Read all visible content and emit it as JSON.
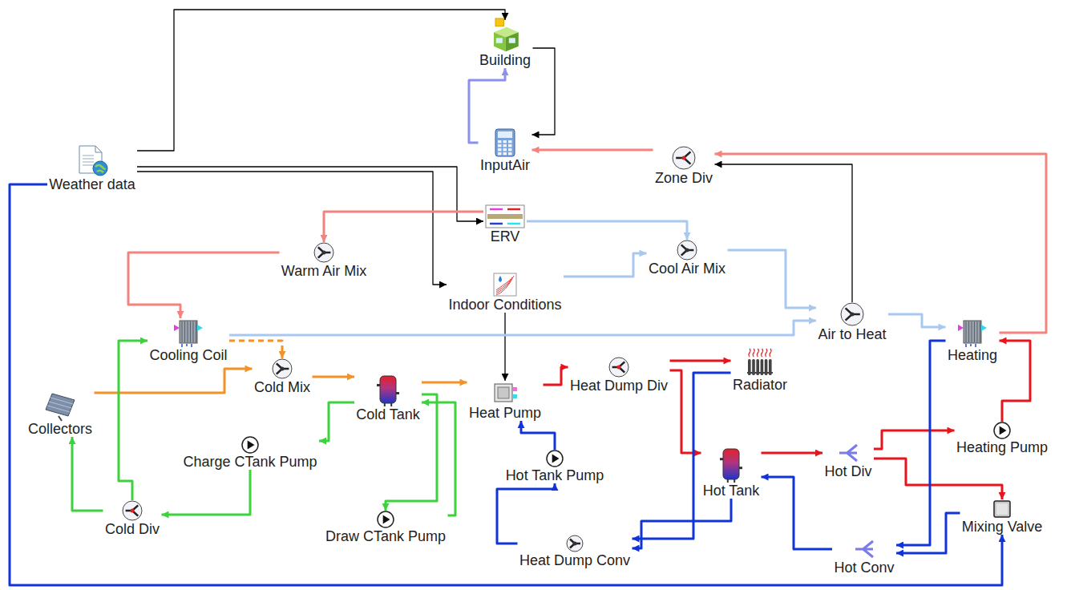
{
  "diagram": {
    "nodes": [
      {
        "text": [
          "Building"
        ]
      },
      {
        "text": [
          "Weather data"
        ]
      },
      {
        "text": [
          "InputAir"
        ]
      },
      {
        "text": [
          "Zone Div"
        ]
      },
      {
        "text": [
          "ERV"
        ]
      },
      {
        "text": [
          "Warm Air Mix"
        ]
      },
      {
        "text": [
          "Cool Air Mix"
        ]
      },
      {
        "text": [
          "Indoor Conditions"
        ]
      },
      {
        "text": [
          "Air to Heat"
        ]
      },
      {
        "text": [
          "Cooling Coil"
        ]
      },
      {
        "text": [
          "Heating"
        ]
      },
      {
        "text": [
          "Cold Mix"
        ]
      },
      {
        "text": [
          "Heat Dump Div"
        ]
      },
      {
        "text": [
          "Radiator"
        ]
      },
      {
        "text": [
          "Cold Tank"
        ]
      },
      {
        "text": [
          "Heat Pump"
        ]
      },
      {
        "text": [
          "Collectors"
        ]
      },
      {
        "text": [
          "Charge CTank Pump"
        ]
      },
      {
        "text": [
          "Heating Pump"
        ]
      },
      {
        "text": [
          "Hot Tank Pump"
        ]
      },
      {
        "text": [
          "Hot Tank"
        ]
      },
      {
        "text": [
          "Hot Div"
        ]
      },
      {
        "text": [
          "Cold Div"
        ]
      },
      {
        "text": [
          "Mixing Valve"
        ]
      },
      {
        "text": [
          "Draw CTank Pump"
        ]
      },
      {
        "text": [
          "Heat Dump Conv"
        ]
      },
      {
        "text": [
          "Hot Conv"
        ]
      }
    ],
    "edges": [
      {
        "from": 1,
        "to": 0,
        "arrow": "to"
      },
      {
        "from": 1,
        "to": 4,
        "arrow": "to"
      },
      {
        "from": 1,
        "to": 7,
        "arrow": "to"
      },
      {
        "from": 0,
        "to": 2,
        "arrow": "to"
      },
      {
        "from": 7,
        "to": 15,
        "arrow": "to"
      },
      {
        "from": 8,
        "to": 3,
        "arrow": "to"
      },
      {
        "from": 2,
        "to": 0,
        "arrow": "to"
      },
      {
        "from": 10,
        "to": 3,
        "arrow": "to"
      },
      {
        "from": 3,
        "to": 2,
        "arrow": "to"
      },
      {
        "from": 4,
        "to": 5,
        "arrow": "to"
      },
      {
        "from": 5,
        "to": 9,
        "arrow": "to"
      },
      {
        "from": 4,
        "to": 6,
        "arrow": "to"
      },
      {
        "from": 7,
        "to": 6,
        "arrow": "to"
      },
      {
        "from": 6,
        "to": 8,
        "arrow": "to"
      },
      {
        "from": 9,
        "to": 8,
        "arrow": "to"
      },
      {
        "from": 8,
        "to": 10,
        "arrow": "to"
      },
      {
        "from": 16,
        "to": 11,
        "arrow": "to"
      },
      {
        "from": 9,
        "to": 11,
        "arrow": "to"
      },
      {
        "from": 11,
        "to": 14,
        "arrow": "to"
      },
      {
        "from": 14,
        "to": 15,
        "arrow": "to"
      },
      {
        "from": 22,
        "to": 16,
        "arrow": "to"
      },
      {
        "from": 22,
        "to": 9,
        "arrow": "to"
      },
      {
        "from": 17,
        "to": 22,
        "arrow": "to"
      },
      {
        "from": 14,
        "to": 17,
        "arrow": "to"
      },
      {
        "from": 24,
        "to": 14,
        "arrow": "to"
      },
      {
        "from": 14,
        "to": 24,
        "arrow": "to"
      },
      {
        "from": 15,
        "to": 12,
        "arrow": "to"
      },
      {
        "from": 12,
        "to": 13,
        "arrow": "to"
      },
      {
        "from": 12,
        "to": 20,
        "arrow": "to"
      },
      {
        "from": 20,
        "to": 21,
        "arrow": "to"
      },
      {
        "from": 21,
        "to": 18,
        "arrow": "to"
      },
      {
        "from": 18,
        "to": 10,
        "arrow": "to"
      },
      {
        "from": 21,
        "to": 23,
        "arrow": "to"
      },
      {
        "from": 10,
        "to": 26,
        "arrow": "to"
      },
      {
        "from": 26,
        "to": 20,
        "arrow": "to"
      },
      {
        "from": 23,
        "to": 26,
        "arrow": "to"
      },
      {
        "from": 1,
        "to": 23,
        "arrow": "to"
      },
      {
        "from": 13,
        "to": 25,
        "arrow": "to"
      },
      {
        "from": 20,
        "to": 25,
        "arrow": "to"
      },
      {
        "from": 25,
        "to": 19,
        "arrow": "to"
      },
      {
        "from": 19,
        "to": 15,
        "arrow": "to"
      }
    ]
  }
}
